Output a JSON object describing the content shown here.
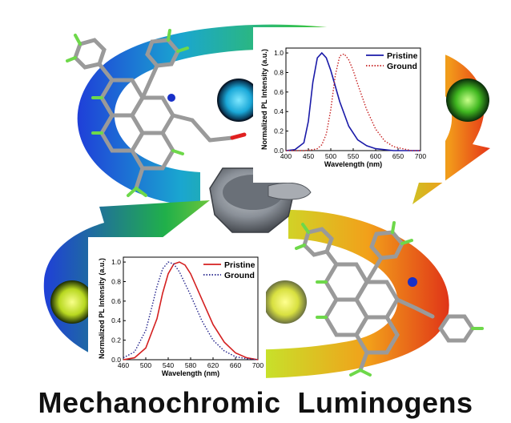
{
  "title": "Mechanochromic  Luminogens",
  "colors": {
    "pristine_top": "#1a1aa8",
    "ground_top": "#c62020",
    "pristine_bottom": "#d42020",
    "ground_bottom": "#20208a"
  },
  "chart_data": [
    {
      "type": "line",
      "xlabel": "Wavelength (nm)",
      "ylabel": "Normalized PL Intensity (a.u.)",
      "xlim": [
        400,
        700
      ],
      "ylim": [
        0,
        1.05
      ],
      "xticks": [
        400,
        450,
        500,
        550,
        600,
        650,
        700
      ],
      "yticks": [
        0.0,
        0.2,
        0.4,
        0.6,
        0.8,
        1.0
      ],
      "legend": "top-right",
      "series": [
        {
          "name": "Pristine",
          "style": "solid",
          "color": "#1a1aa8",
          "x": [
            400,
            420,
            440,
            450,
            460,
            470,
            480,
            490,
            500,
            510,
            520,
            540,
            560,
            580,
            600,
            620,
            640,
            660,
            680,
            700
          ],
          "y": [
            0.0,
            0.01,
            0.08,
            0.3,
            0.7,
            0.95,
            1.0,
            0.95,
            0.82,
            0.66,
            0.5,
            0.25,
            0.11,
            0.05,
            0.02,
            0.01,
            0.0,
            0.0,
            0.0,
            0.0
          ]
        },
        {
          "name": "Ground",
          "style": "dotted",
          "color": "#c62020",
          "x": [
            400,
            440,
            460,
            470,
            480,
            490,
            500,
            510,
            520,
            530,
            540,
            550,
            560,
            580,
            600,
            620,
            640,
            660,
            680,
            700
          ],
          "y": [
            0.0,
            0.0,
            0.01,
            0.02,
            0.06,
            0.17,
            0.42,
            0.77,
            0.97,
            0.99,
            0.93,
            0.82,
            0.68,
            0.42,
            0.22,
            0.1,
            0.04,
            0.02,
            0.0,
            0.0
          ]
        }
      ]
    },
    {
      "type": "line",
      "xlabel": "Wavelength (nm)",
      "ylabel": "Normalized PL Intensity (a.u.)",
      "xlim": [
        460,
        700
      ],
      "ylim": [
        0,
        1.05
      ],
      "xticks": [
        460,
        500,
        540,
        580,
        620,
        660,
        700
      ],
      "yticks": [
        0.0,
        0.2,
        0.4,
        0.6,
        0.8,
        1.0
      ],
      "legend": "top-right",
      "series": [
        {
          "name": "Pristine",
          "style": "solid",
          "color": "#d42020",
          "x": [
            460,
            480,
            500,
            520,
            530,
            540,
            550,
            560,
            570,
            580,
            600,
            620,
            640,
            660,
            680,
            700
          ],
          "y": [
            0.0,
            0.02,
            0.12,
            0.42,
            0.68,
            0.88,
            0.98,
            1.0,
            0.97,
            0.88,
            0.62,
            0.36,
            0.18,
            0.07,
            0.02,
            0.0
          ]
        },
        {
          "name": "Ground",
          "style": "dotted",
          "color": "#20208a",
          "x": [
            460,
            480,
            500,
            510,
            520,
            530,
            540,
            550,
            560,
            580,
            600,
            620,
            640,
            660,
            680,
            700
          ],
          "y": [
            0.02,
            0.08,
            0.3,
            0.52,
            0.75,
            0.93,
            1.0,
            0.98,
            0.9,
            0.66,
            0.4,
            0.2,
            0.09,
            0.03,
            0.01,
            0.0
          ]
        }
      ]
    }
  ]
}
